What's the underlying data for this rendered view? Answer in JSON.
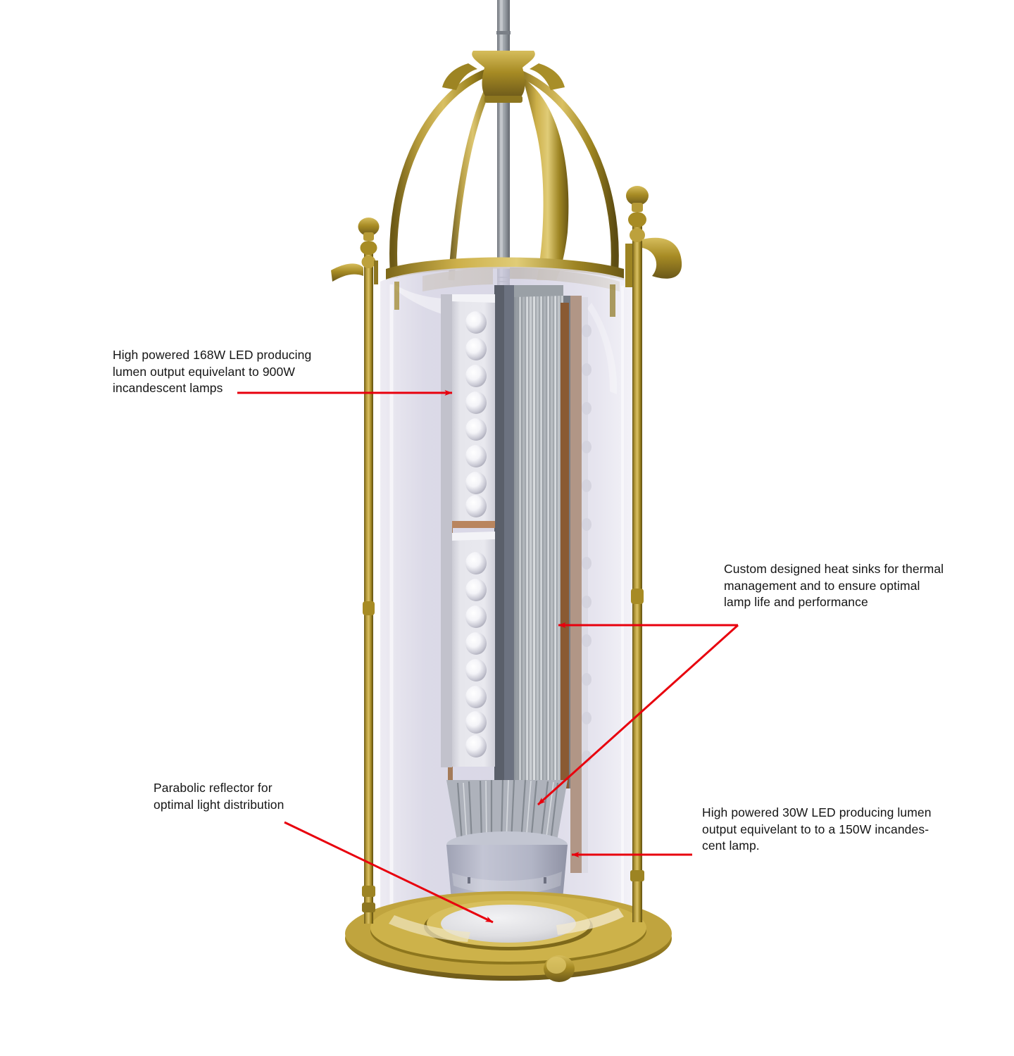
{
  "figure": {
    "title": "LED lantern cutaway diagram",
    "subject": "Brass lantern luminaire with internal LED light engines",
    "background_color": "#ffffff",
    "annotation_color": "#e8000d",
    "text_color": "#151515"
  },
  "annotations": [
    {
      "id": "led-168w",
      "text": "High powered 168W LED producing\nlumen output equivelant to 900W\nincandescent lamps",
      "leader_color": "#cc0000",
      "target": "vertical LED board"
    },
    {
      "id": "heat-sinks",
      "text": "Custom designed heat sinks for thermal\nmanagement and to ensure optimal\nlamp life and performance",
      "leader_color": "#e8000d",
      "target": "extruded fin heat sink and radial downlight fins"
    },
    {
      "id": "led-30w",
      "text": "High powered 30W LED producing lumen\noutput equivelant to to a 150W incandes-\ncent lamp.",
      "leader_color": "#e8000d",
      "target": "downlight module body"
    },
    {
      "id": "parabolic-reflector",
      "text": "Parabolic reflector for\noptimal light distribution",
      "leader_color": "#e8000d",
      "target": "reflector cone at base"
    }
  ],
  "components": {
    "suspension_rod": "steel suspension stem",
    "crown": "brass domed crown arcs",
    "corner_posts": "brass corner posts with turned finials",
    "glass": "translucent cylindrical glass shade",
    "led_board_upper": "upper LED board, 8 lenses",
    "led_board_lower": "lower LED board, 8 lenses",
    "heat_sink": "extruded aluminium fin heat sink",
    "downlight": "30W downlight module",
    "reflector": "parabolic reflector",
    "base_ring": "brass base ring with finial"
  },
  "colors": {
    "brass_light": "#c9a93c",
    "brass_mid": "#a08523",
    "brass_dark": "#6d5a16",
    "steel": "#9aa0a6",
    "glass": "#d8d8e6",
    "panel_white": "#e2e2e8",
    "fin_gray": "#b0b4ba",
    "slate": "#5a5f6a",
    "copper": "#8a5a33",
    "downlight_body": "#b4b6c6"
  }
}
